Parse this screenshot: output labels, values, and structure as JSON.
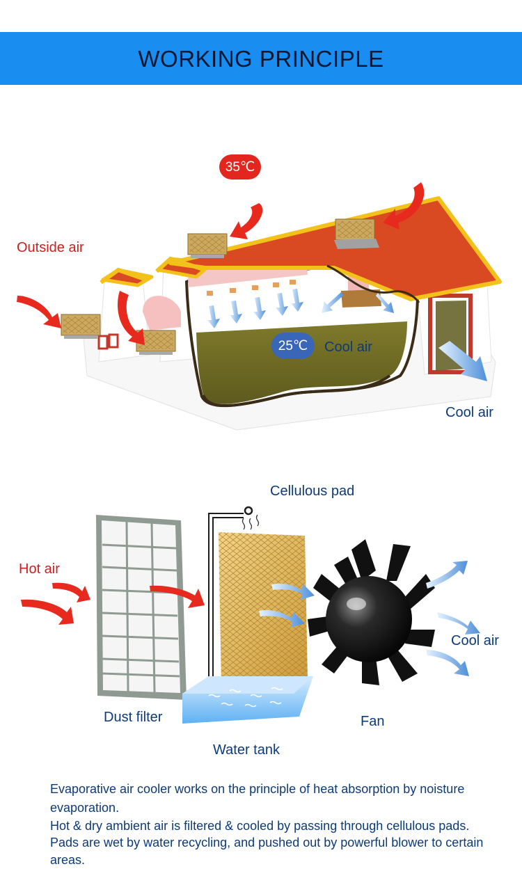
{
  "header": {
    "title": "WORKING PRINCIPLE"
  },
  "house_diagram": {
    "outside_air": "Outside air",
    "hot_temp": "35℃",
    "cool_temp": "25℃",
    "cool_air_inside": "Cool air",
    "cool_air_outside": "Cool air"
  },
  "component_diagram": {
    "hot_air": "Hot air",
    "cellulous_pad": "Cellulous pad",
    "dust_filter": "Dust filter",
    "water_tank": "Water tank",
    "fan": "Fan",
    "cool_air": "Cool air"
  },
  "description": {
    "line1": "Evaporative air cooler works on the principle of heat absorption by noisture evaporation.",
    "line2": "Hot & dry ambient air is filtered & cooled by passing through cellulous pads.",
    "line3": "Pads are wet by water recycling, and pushed out by powerful blower to certain areas."
  },
  "colors": {
    "banner": "#1a8df0",
    "title_text": "#0d1830",
    "red_label": "#cf1e1e",
    "blue_label": "#0d3a78",
    "roof": "#d94a22",
    "roof_trim": "#f2c21b",
    "floor": "#6d6a23"
  },
  "icons": [
    "hot-air-arrow-icon",
    "cool-air-arrow-icon",
    "air-cooler-unit-icon",
    "fan-blade-icon",
    "wavy-vapor-icon"
  ]
}
